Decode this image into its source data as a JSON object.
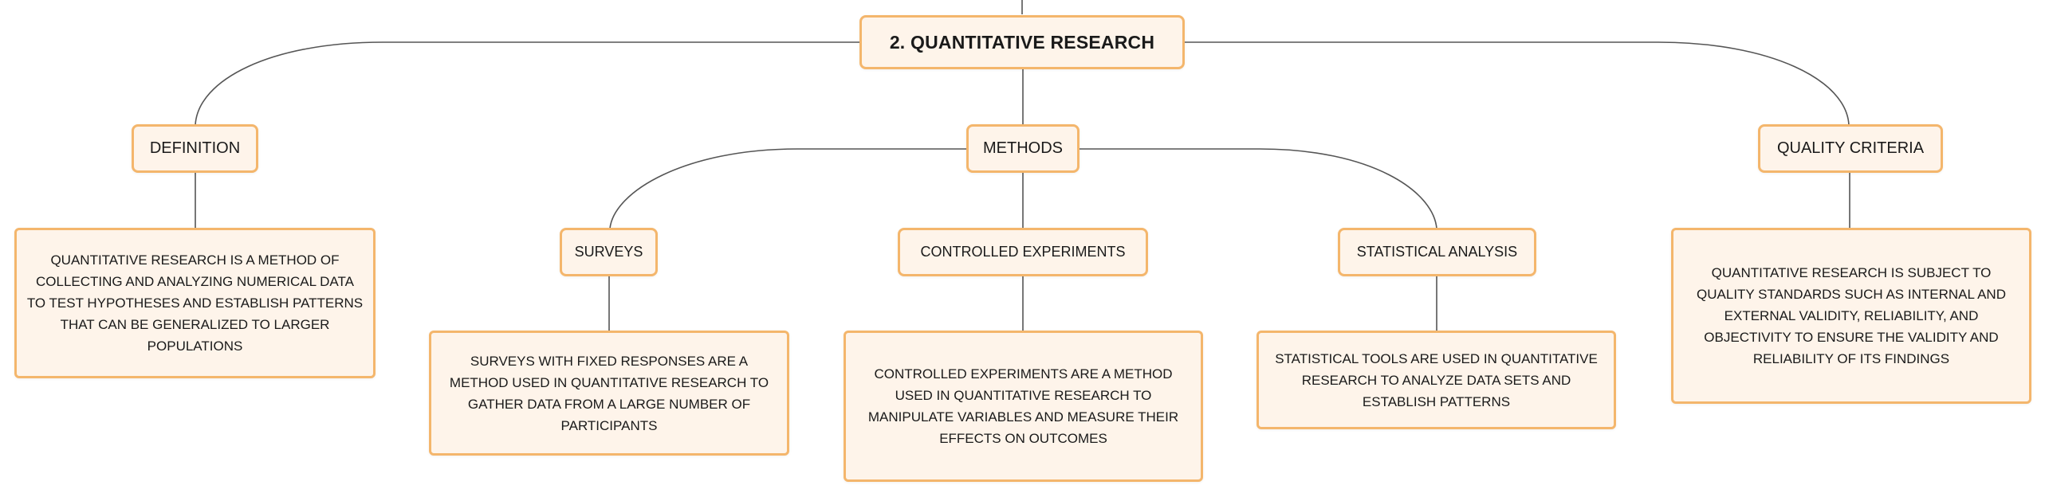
{
  "mindmap": {
    "root": {
      "label": "2. QUANTITATIVE RESEARCH"
    },
    "branches": {
      "definition": {
        "label": "DEFINITION",
        "text": "QUANTITATIVE RESEARCH IS A METHOD OF COLLECTING AND ANALYZING NUMERICAL DATA TO TEST HYPOTHESES AND ESTABLISH PATTERNS THAT CAN BE GENERALIZED TO LARGER POPULATIONS"
      },
      "methods": {
        "label": "METHODS",
        "children": {
          "surveys": {
            "label": "SURVEYS",
            "text": "SURVEYS WITH FIXED RESPONSES ARE A METHOD USED IN QUANTITATIVE RESEARCH TO GATHER DATA FROM A LARGE NUMBER OF PARTICIPANTS"
          },
          "experiments": {
            "label": "CONTROLLED EXPERIMENTS",
            "text": "CONTROLLED EXPERIMENTS ARE A METHOD USED IN QUANTITATIVE RESEARCH TO MANIPULATE VARIABLES AND MEASURE THEIR EFFECTS ON OUTCOMES"
          },
          "statistical": {
            "label": "STATISTICAL ANALYSIS",
            "text": "STATISTICAL TOOLS ARE USED IN QUANTITATIVE RESEARCH TO ANALYZE DATA SETS AND ESTABLISH PATTERNS"
          }
        }
      },
      "quality": {
        "label": "QUALITY CRITERIA",
        "text": "QUANTITATIVE RESEARCH IS SUBJECT TO QUALITY STANDARDS SUCH AS INTERNAL AND EXTERNAL VALIDITY, RELIABILITY, AND OBJECTIVITY TO ENSURE THE VALIDITY AND RELIABILITY OF ITS FINDINGS"
      }
    },
    "colors": {
      "node_fill": "#fef4ea",
      "node_border": "#f4b66c",
      "connector": "#555555"
    }
  }
}
